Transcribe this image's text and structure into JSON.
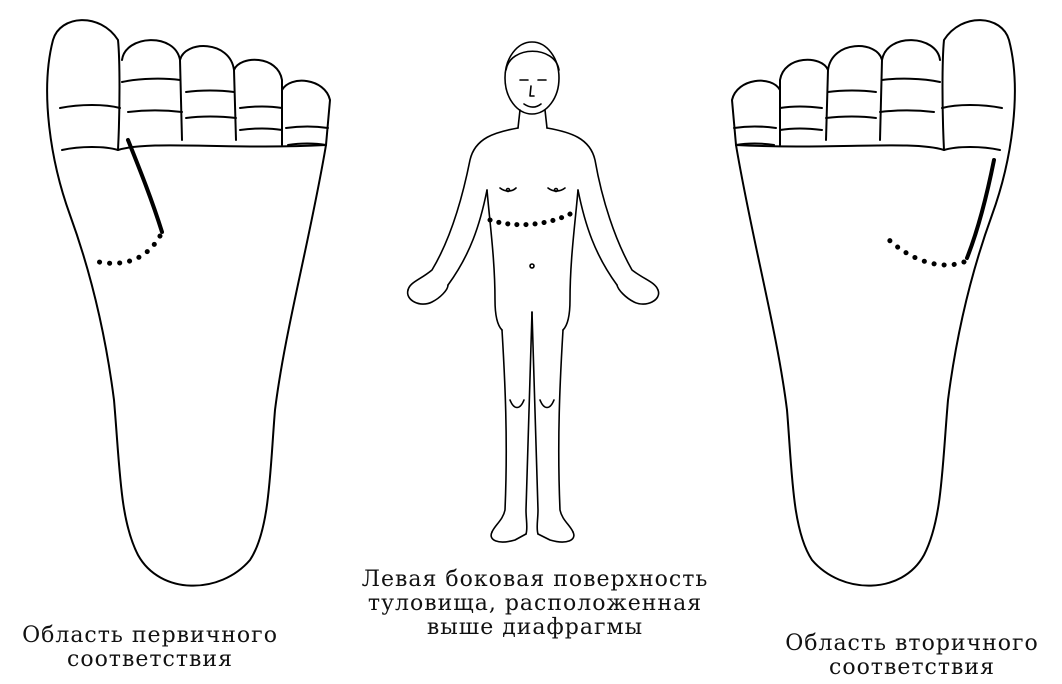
{
  "captions": {
    "left": [
      "Область первичного",
      "соответствия"
    ],
    "center": [
      "Левая боковая поверхность",
      "туловища, расположенная",
      "выше диафрагмы"
    ],
    "right": [
      "Область вторичного",
      "соответствия"
    ]
  }
}
